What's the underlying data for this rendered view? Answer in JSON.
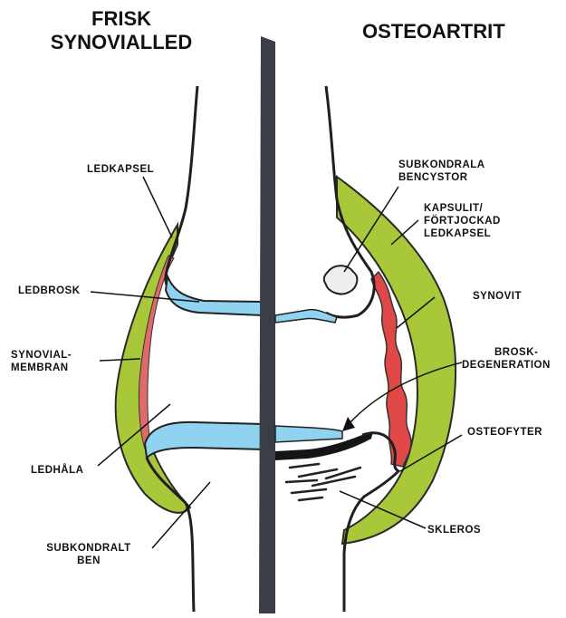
{
  "headings": {
    "left": [
      "FRISK",
      "SYNOVIALLED"
    ],
    "right": "OSTEOARTRIT"
  },
  "labels": {
    "ledkapsel": "LEDKAPSEL",
    "ledbrosk": "LEDBROSK",
    "synovialmembran": [
      "SYNOVIAL-",
      "MEMBRAN"
    ],
    "ledhala": "LEDHÅLA",
    "subkondralt_ben": [
      "SUBKONDRALT",
      "BEN"
    ],
    "subkondrala_bencystor": [
      "SUBKONDRALA",
      "BENCYSTOR"
    ],
    "kapsulit": [
      "KAPSULIT/",
      "FÖRTJOCKAD",
      "LEDKAPSEL"
    ],
    "synovit": "SYNOVIT",
    "broskdegeneration": [
      "BROSK-",
      "DEGENERATION"
    ],
    "osteofyter": "OSTEOFYTER",
    "skleros": "SKLEROS"
  },
  "colors": {
    "capsule": "#a8c83a",
    "synovium": "#e06a6a",
    "synovitis": "#e04848",
    "cartilage": "#8fd3f0",
    "bone_outline": "#222222",
    "divider": "#3a3f47",
    "cyst": "#efefef"
  }
}
